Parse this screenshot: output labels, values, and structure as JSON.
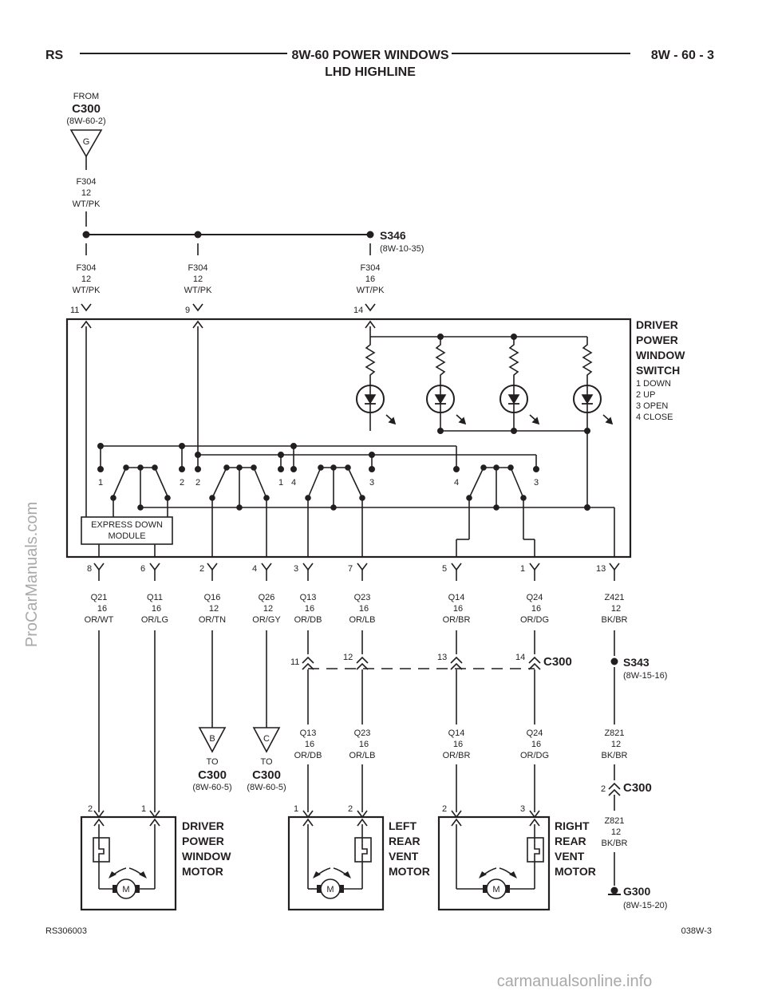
{
  "header": {
    "left": "RS",
    "title_line1": "8W-60 POWER WINDOWS",
    "title_line2": "LHD HIGHLINE",
    "right": "8W - 60 - 3"
  },
  "from_connector": {
    "from_label": "FROM",
    "connector": "C300",
    "ref": "(8W-60-2)",
    "pin": "G"
  },
  "wires": {
    "f304_feed": [
      "F304",
      "12",
      "WT/PK"
    ],
    "f304_a": [
      "F304",
      "12",
      "WT/PK"
    ],
    "f304_b": [
      "F304",
      "12",
      "WT/PK"
    ],
    "f304_c": [
      "F304",
      "16",
      "WT/PK"
    ],
    "q21": [
      "Q21",
      "16",
      "OR/WT"
    ],
    "q11": [
      "Q11",
      "16",
      "OR/LG"
    ],
    "q16": [
      "Q16",
      "12",
      "OR/TN"
    ],
    "q26": [
      "Q26",
      "12",
      "OR/GY"
    ],
    "q13": [
      "Q13",
      "16",
      "OR/DB"
    ],
    "q23": [
      "Q23",
      "16",
      "OR/LB"
    ],
    "q14": [
      "Q14",
      "16",
      "OR/BR"
    ],
    "q24": [
      "Q24",
      "16",
      "OR/DG"
    ],
    "z421": [
      "Z421",
      "12",
      "BK/BR"
    ],
    "q13_lower": [
      "Q13",
      "16",
      "OR/DB"
    ],
    "q23_lower": [
      "Q23",
      "16",
      "OR/LB"
    ],
    "q14_lower": [
      "Q14",
      "16",
      "OR/BR"
    ],
    "q24_lower": [
      "Q24",
      "16",
      "OR/DG"
    ],
    "z821_a": [
      "Z821",
      "12",
      "BK/BR"
    ],
    "z821_b": [
      "Z821",
      "12",
      "BK/BR"
    ]
  },
  "splices": {
    "s346": {
      "name": "S346",
      "ref": "(8W-10-35)"
    },
    "s343": {
      "name": "S343",
      "ref": "(8W-15-16)"
    }
  },
  "switch": {
    "title": [
      "DRIVER",
      "POWER",
      "WINDOW",
      "SWITCH"
    ],
    "legend": [
      "1 DOWN",
      "2 UP",
      "3 OPEN",
      "4 CLOSE"
    ],
    "input_pins": [
      "11",
      "9",
      "14"
    ],
    "output_pins": [
      "8",
      "6",
      "2",
      "4",
      "3",
      "7",
      "5",
      "1",
      "13"
    ],
    "contact_labels": [
      "1",
      "2",
      "2",
      "1",
      "4",
      "3",
      "4",
      "3"
    ],
    "module_line1": "EXPRESS DOWN",
    "module_line2": "MODULE"
  },
  "c300_inline": {
    "connector": "C300",
    "pins": [
      "11",
      "12",
      "13",
      "14"
    ]
  },
  "c300_ground": {
    "connector": "C300",
    "pin": "2"
  },
  "to_b": {
    "pin": "B",
    "to_label": "TO",
    "connector": "C300",
    "ref": "(8W-60-5)"
  },
  "to_c": {
    "pin": "C",
    "to_label": "TO",
    "connector": "C300",
    "ref": "(8W-60-5)"
  },
  "motors": [
    {
      "title": [
        "DRIVER",
        "POWER",
        "WINDOW",
        "MOTOR"
      ],
      "pins": [
        "2",
        "1"
      ],
      "symbol": "M"
    },
    {
      "title": [
        "LEFT",
        "REAR",
        "VENT",
        "MOTOR"
      ],
      "pins": [
        "1",
        "2"
      ],
      "symbol": "M"
    },
    {
      "title": [
        "RIGHT",
        "REAR",
        "VENT",
        "MOTOR"
      ],
      "pins": [
        "2",
        "3"
      ],
      "symbol": "M"
    }
  ],
  "ground": {
    "name": "G300",
    "ref": "(8W-15-20)"
  },
  "footer": {
    "left": "RS306003",
    "right": "038W-3"
  },
  "watermarks": {
    "side": "ProCarManuals.com",
    "bottom": "carmanualsonline.info"
  }
}
